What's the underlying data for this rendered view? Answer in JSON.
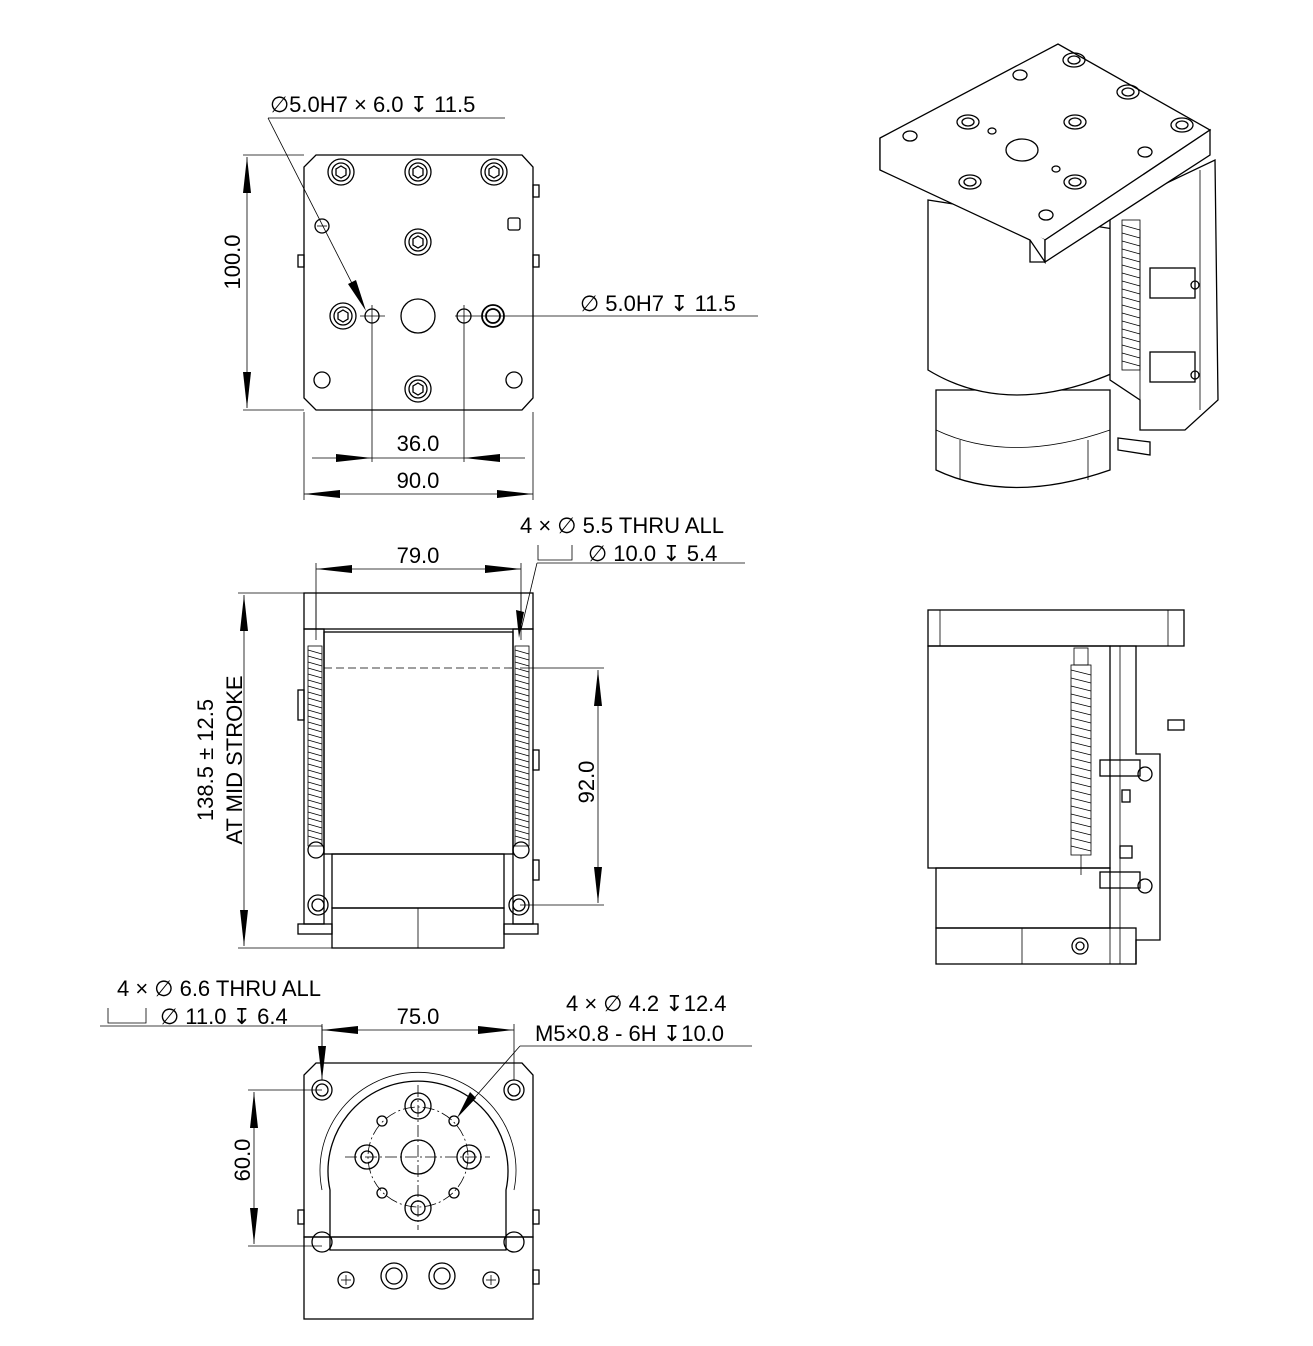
{
  "top_view": {
    "callout_pin_holes": "∅5.0H7 × 6.0 ↧ 11.5",
    "callout_pin_hole_right": "∅ 5.0H7 ↧ 11.5",
    "dim_height": "100.0",
    "dim_pin_spacing": "36.0",
    "dim_width": "90.0"
  },
  "front_view": {
    "dim_body_width": "79.0",
    "callout_thru_line1": "4 × ∅ 5.5 THRU ALL",
    "callout_thru_line2": "∅ 10.0 ↧ 5.4",
    "dim_length_line1": "138.5 ± 12.5",
    "dim_length_line2": "AT MID STROKE",
    "dim_spring": "92.0"
  },
  "bottom_view": {
    "callout_mount_line1": "4 × ∅ 6.6 THRU ALL",
    "callout_mount_line2": "∅ 11.0 ↧ 6.4",
    "dim_mount_width": "75.0",
    "callout_tap_line1": "4 × ∅ 4.2 ↧12.4",
    "callout_tap_line2": "M5×0.8 - 6H ↧10.0",
    "dim_mount_height": "60.0"
  }
}
